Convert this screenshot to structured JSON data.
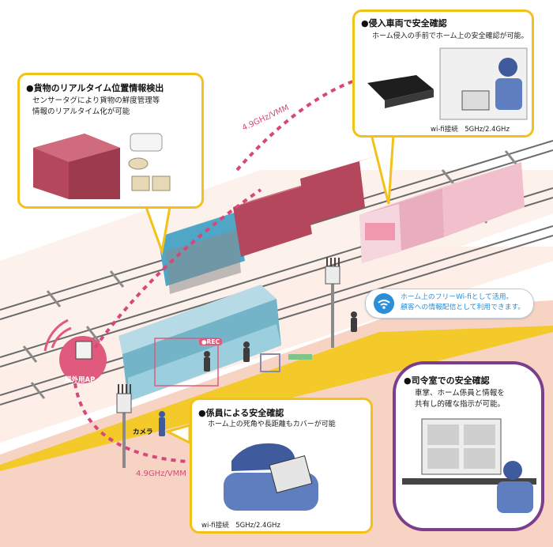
{
  "callouts": {
    "cargo": {
      "title": "●貨物のリアルタイム位置情報検出",
      "line1": "センサータグにより貨物の鮮度管理等",
      "line2": "情報のリアルタイム化が可能"
    },
    "vehicle": {
      "title": "●侵入車両で安全確認",
      "line1": "ホーム侵入の手前でホーム上の安全確認が可能。",
      "wifi": "wi-fi接続　5GHz/2.4GHz"
    },
    "staff": {
      "title": "●係員による安全確認",
      "line1": "ホーム上の死角や長距離もカバーが可能",
      "wifi": "wi-fi接続　5GHz/2.4GHz"
    },
    "command": {
      "title": "●司令室での安全確認",
      "line1": "車掌、ホーム係員と情報を",
      "line2": "共有し的確な指示が可能。"
    }
  },
  "freq_upper": "4.9GHz/VMM",
  "freq_lower": "4.9GHz/VMM",
  "wifi_bubble": {
    "line1": "ホーム上のフリーWi-fiとして活用。",
    "line2": "顧客への情報配信として利用できます。"
  },
  "labels": {
    "outdoor_ap": "屋外用AP",
    "camera": "カメラ",
    "rec": "●REC"
  },
  "colors": {
    "callout_border": "#f2c21a",
    "command_border": "#7a3e8c",
    "radio_link": "#d6477a",
    "platform": "#f7d3c4",
    "yellow_line": "#f4c92a",
    "freight_container": "#b4475b",
    "locomotive": "#4fa6c7",
    "commuter_train": "#e9aebd",
    "platform_train": "#73b4c8"
  }
}
